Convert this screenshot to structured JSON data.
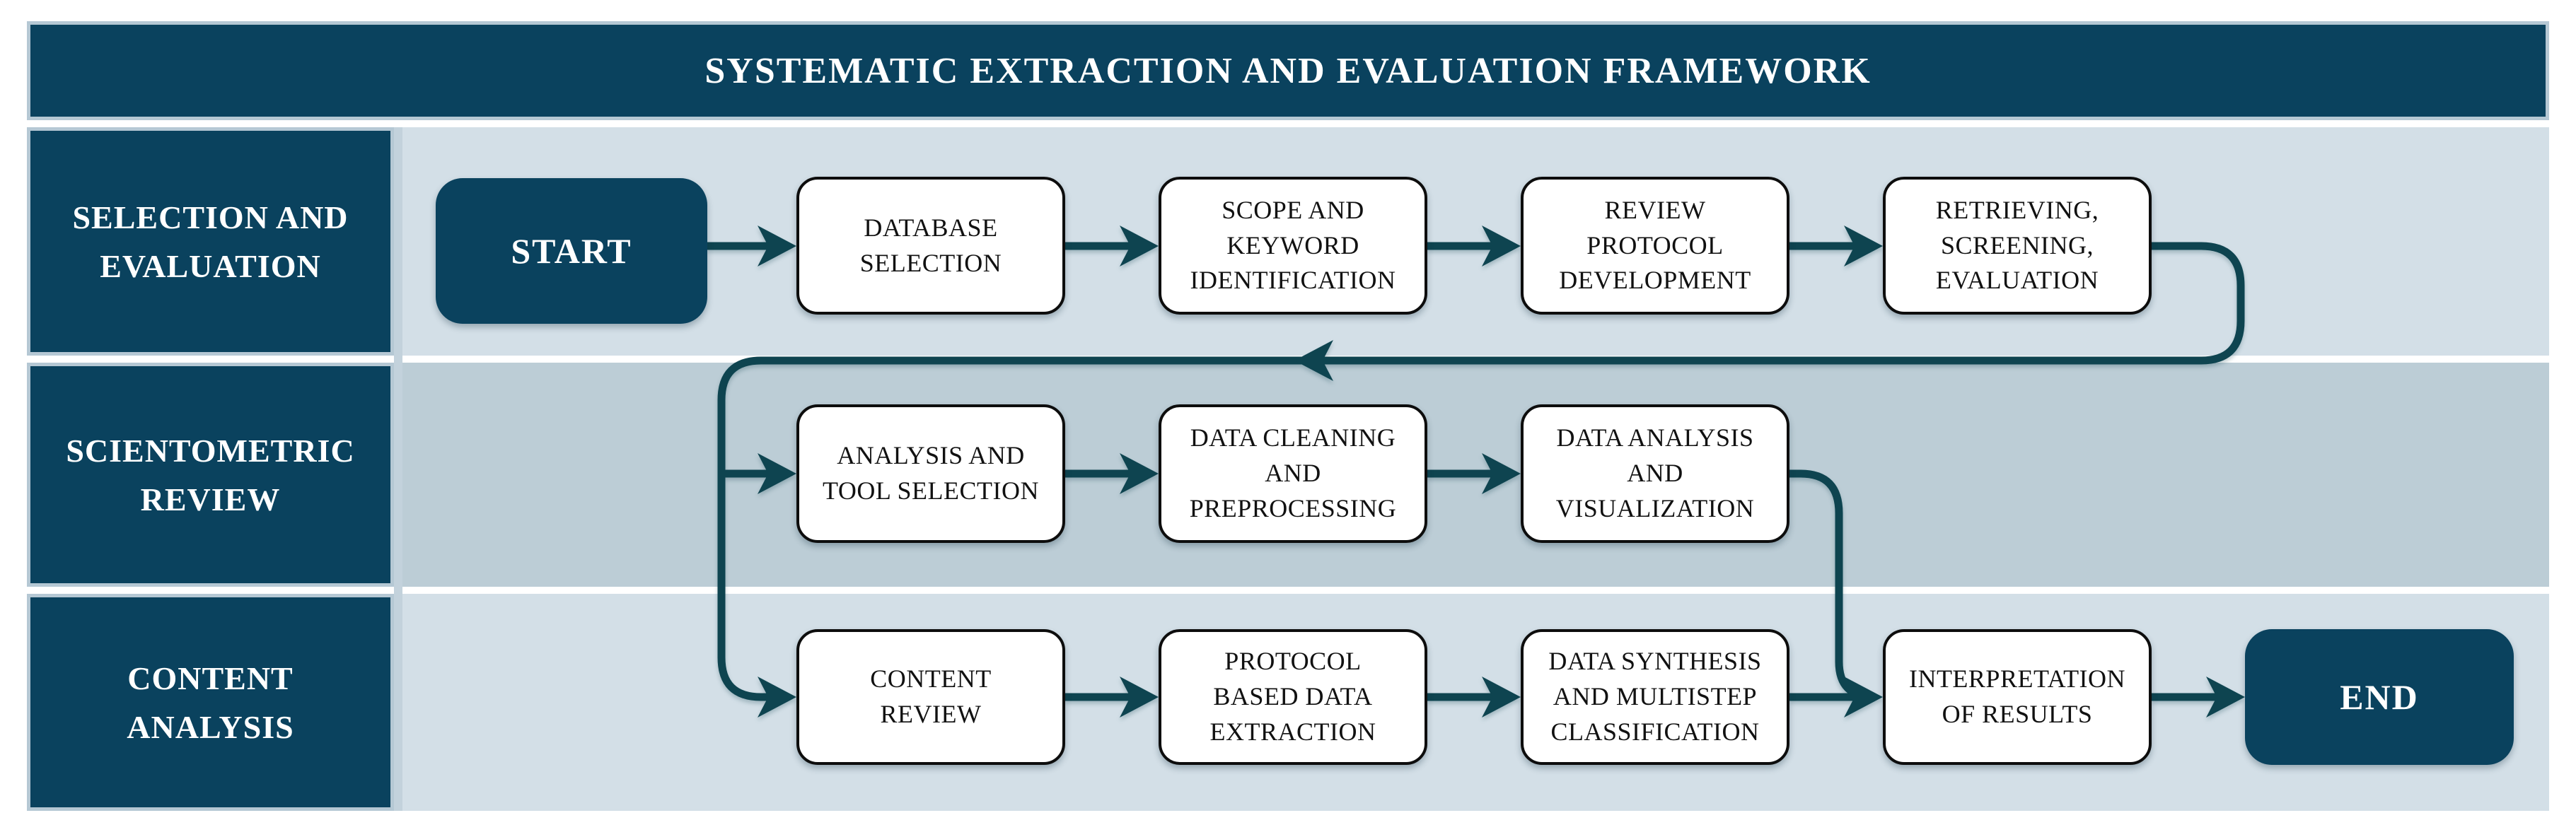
{
  "title": "SYSTEMATIC EXTRACTION AND EVALUATION FRAMEWORK",
  "lanes": [
    {
      "label": "SELECTION AND\nEVALUATION"
    },
    {
      "label": "SCIENTOMETRIC\nREVIEW"
    },
    {
      "label": "CONTENT\nANALYSIS"
    }
  ],
  "nodes": {
    "start": "START",
    "database_selection": "DATABASE\nSELECTION",
    "scope_keyword": "SCOPE AND\nKEYWORD\nIDENTIFICATION",
    "review_protocol": "REVIEW\nPROTOCOL\nDEVELOPMENT",
    "retrieving": "RETRIEVING,\nSCREENING,\nEVALUATION",
    "analysis_tool": "ANALYSIS AND\nTOOL SELECTION",
    "data_cleaning": "DATA CLEANING\nAND\nPREPROCESSING",
    "data_analysis": "DATA ANALYSIS\nAND\nVISUALIZATION",
    "content_review": "CONTENT\nREVIEW",
    "protocol_extraction": "PROTOCOL\nBASED DATA\nEXTRACTION",
    "data_synthesis": "DATA SYNTHESIS\nAND MULTISTEP\nCLASSIFICATION",
    "interpretation": "INTERPRETATION\nOF RESULTS",
    "end": "END"
  },
  "colors": {
    "navy_block": "#0a425e",
    "row_light": "#d3dfe7",
    "row_mid": "#bccdd6",
    "connector": "#0e4450",
    "block_outline": "#b5c8d4",
    "box_border": "#0d0d0d",
    "box_fill": "#ffffff",
    "page_background": "#ffffff"
  }
}
